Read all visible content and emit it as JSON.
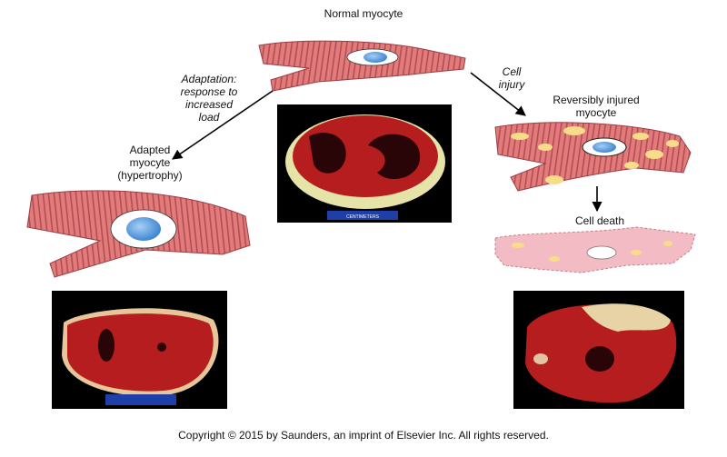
{
  "labels": {
    "normal": "Normal myocyte",
    "adaptation": [
      "Adaptation:",
      "response to",
      "increased",
      "load"
    ],
    "cell_injury": [
      "Cell",
      "injury"
    ],
    "reversibly": [
      "Reversibly injured",
      "myocyte"
    ],
    "adapted": [
      "Adapted",
      "myocyte",
      "(hypertrophy)"
    ],
    "cell_death": "Cell death",
    "ruler_text": "CENTIMETERS"
  },
  "copyright": "Copyright © 2015 by Saunders, an imprint of Elsevier Inc. All rights reserved.",
  "colors": {
    "muscle": "#e27b7a",
    "muscle_stripe": "#b14e55",
    "tissue": "#b51d1e",
    "photo_bg": "#000000",
    "ruler": "#1e3ea8",
    "vacuole": "#f7dd8a",
    "nucleus": "#4e93d8",
    "dead_cell": "#f3bcc4"
  }
}
